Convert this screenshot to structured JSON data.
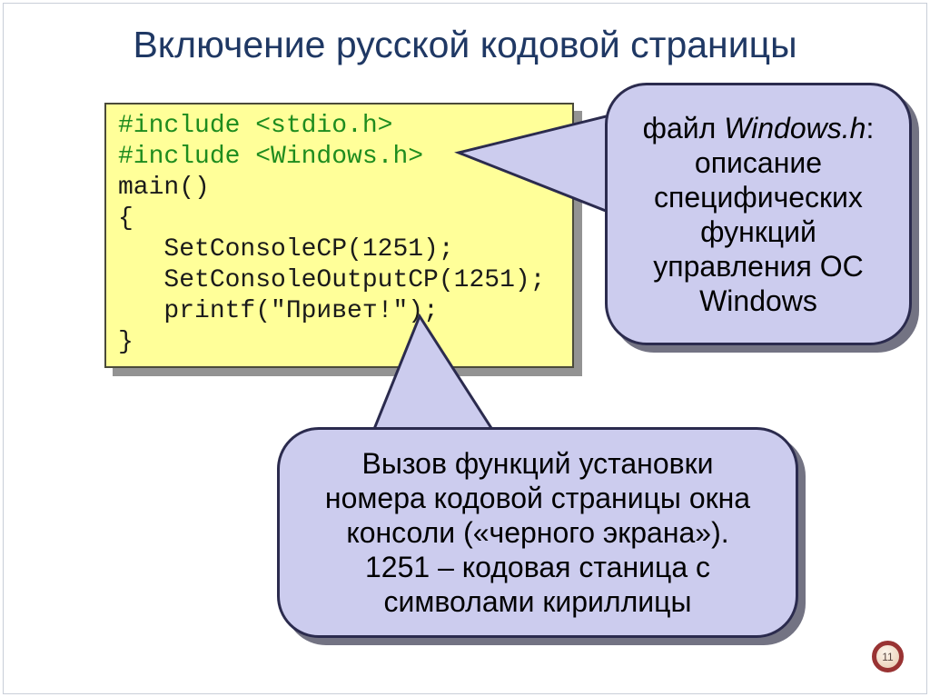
{
  "title": "Включение русской кодовой страницы",
  "page_number": "11",
  "code": {
    "lines": [
      "#include <stdio.h>",
      "#include <Windows.h>",
      "main()",
      "{",
      "   SetConsoleCP(1251);",
      "   SetConsoleOutputCP(1251);",
      "   printf(\"Привет!\");",
      "}"
    ]
  },
  "callout_windows": {
    "prefix": "файл ",
    "filename": "Windows.h",
    "suffix": ":\nописание\nспецифических\nфункций\nуправления ОС\nWindows"
  },
  "callout_console": {
    "text": "Вызов функций установки\nномера кодовой страницы окна\nконсоли («черного экрана»).\n1251 – кодовая станица с\nсимволами кириллицы"
  },
  "colors": {
    "title_color": "#1F3864",
    "code_box_bg": "#FFFF99",
    "code_include_color": "#1E8C1E",
    "code_text_color": "#1a1a1a",
    "bubble_bg": "#CCCCEE",
    "bubble_border": "#2B2B4E",
    "badge_ring": "#993333"
  }
}
